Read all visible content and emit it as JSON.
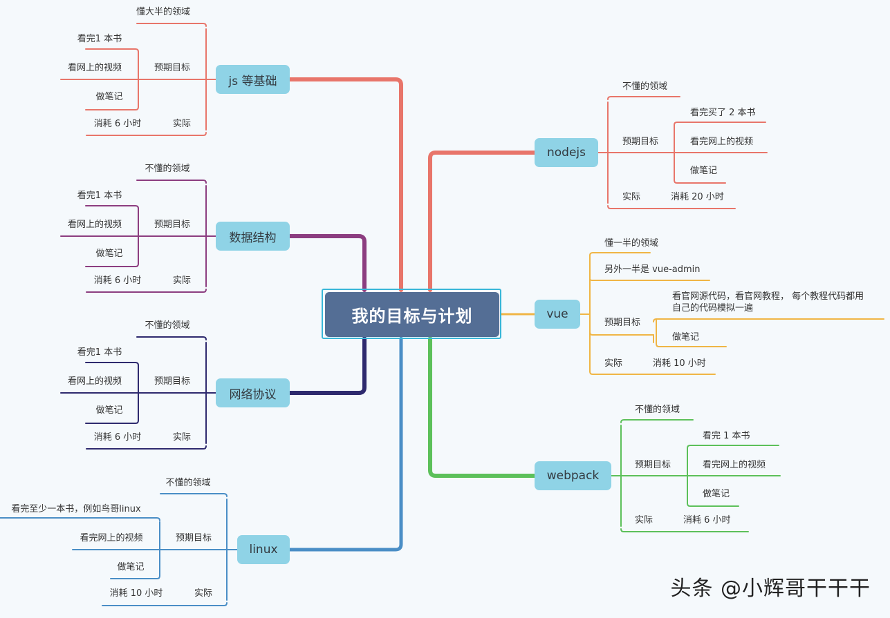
{
  "root": "我的目标与计划",
  "colors": {
    "js": "#e8756a",
    "ds": "#8c3d80",
    "net": "#2e2a6e",
    "linux": "#4a8ec6",
    "nodejs": "#e8756a",
    "vue": "#f0b545",
    "webpack": "#5cc05a",
    "node_bg": "#8fd3e6",
    "root_bg": "#546e95"
  },
  "branches": {
    "js": {
      "title": "js 等基础",
      "domain": "懂大半的领域",
      "plan": "预期目标",
      "items": [
        "看完1 本书",
        "看网上的视频",
        "做笔记"
      ],
      "actual": "实际",
      "cost": "消耗  6 小时"
    },
    "ds": {
      "title": "数据结构",
      "domain": "不懂的领域",
      "plan": "预期目标",
      "items": [
        "看完1 本书",
        "看网上的视频",
        "做笔记"
      ],
      "actual": "实际",
      "cost": "消耗  6 小时"
    },
    "net": {
      "title": "网络协议",
      "domain": "不懂的领域",
      "plan": "预期目标",
      "items": [
        "看完1 本书",
        "看网上的视频",
        "做笔记"
      ],
      "actual": "实际",
      "cost": "消耗  6 小时"
    },
    "linux": {
      "title": "linux",
      "domain": "不懂的领域",
      "plan": "预期目标",
      "items": [
        "看完至少一本书，例如鸟哥linux",
        "看完网上的视频",
        "做笔记"
      ],
      "actual": "实际",
      "cost": "消耗  10 小时"
    },
    "nodejs": {
      "title": "nodejs",
      "domain": "不懂的领域",
      "plan": "预期目标",
      "items": [
        "看完买了 2 本书",
        "看完网上的视频",
        "做笔记"
      ],
      "actual": "实际",
      "cost": "消耗  20 小时"
    },
    "vue": {
      "title": "vue",
      "domain": "懂一半的领域",
      "other": "另外一半是 vue-admin",
      "plan": "预期目标",
      "items": [
        "看官网源代码，看官网教程， 每个教程代码都用",
        "自己的代码模拟一遍",
        "做笔记"
      ],
      "actual": "实际",
      "cost": "消耗  10 小时"
    },
    "webpack": {
      "title": "webpack",
      "domain": "不懂的领域",
      "plan": "预期目标",
      "items": [
        "看完  1 本书",
        "看完网上的视频",
        "做笔记"
      ],
      "actual": "实际",
      "cost": "消耗  6 小时"
    }
  },
  "watermark": "头条 @小辉哥干干干"
}
